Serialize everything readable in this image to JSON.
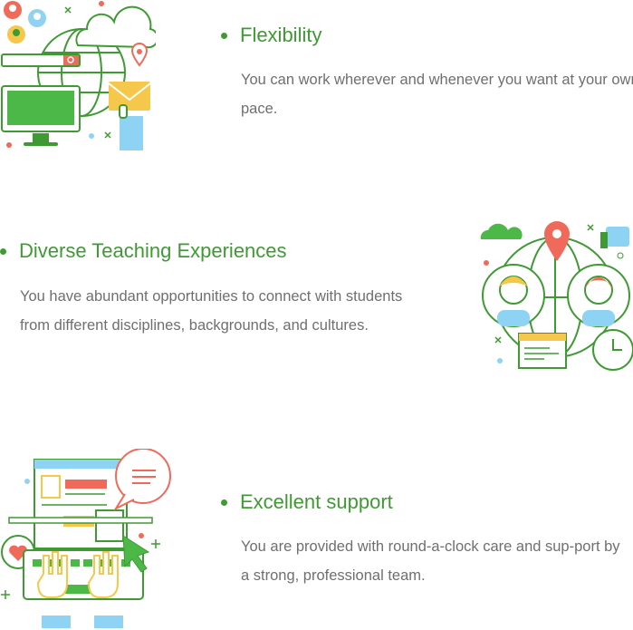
{
  "colors": {
    "accent_green": "#3f9a34",
    "text_gray": "#6f6f6f",
    "coral": "#ef6a5a",
    "yellow": "#f5c84b",
    "blue": "#8fd3f4"
  },
  "features": [
    {
      "title": "Flexibility",
      "description": "You can work wherever and whenever you want at your own pace.",
      "illustration": "remote-work-illustration"
    },
    {
      "title": "Diverse Teaching Experiences",
      "description": "You have abundant opportunities to connect with students from different disciplines, backgrounds, and cultures.",
      "illustration": "global-connection-illustration"
    },
    {
      "title": "Excellent support",
      "description": "You are provided with round-a-clock care and sup-port by a strong, professional team.",
      "illustration": "support-laptop-illustration"
    }
  ]
}
